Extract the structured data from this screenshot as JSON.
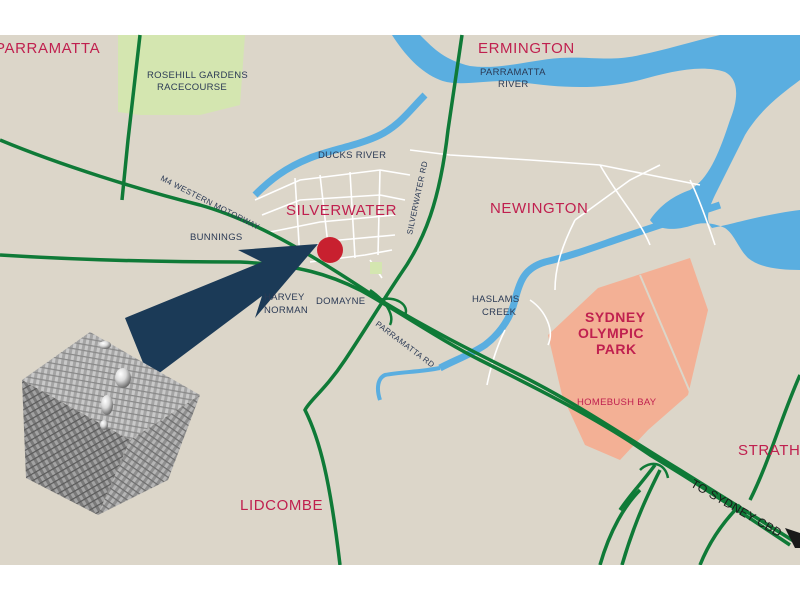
{
  "colors": {
    "land": "#dcd6c9",
    "water": "#5aaee0",
    "road_major": "#0f7a37",
    "road_local": "#ffffff",
    "park_green": "#d4e6b0",
    "olympic_park": "#f3b095",
    "suburb_text": "#c0204f",
    "label_text": "#2b3a55",
    "marker": "#c8202f",
    "pointer": "#1b3a57",
    "bottom_band": "#ffffff"
  },
  "labels": {
    "suburbs": {
      "parramatta": "PARRAMATTA",
      "ermington": "ERMINGTON",
      "silverwater": "SILVERWATER",
      "newington": "NEWINGTON",
      "lidcombe": "LIDCOMBE",
      "strathfield": "STRATHFIE"
    },
    "places": {
      "rosehill_line1": "ROSEHILL GARDENS",
      "rosehill_line2": "RACECOURSE",
      "parramatta_river_line1": "PARRAMATTA",
      "parramatta_river_line2": "RIVER",
      "ducks_river": "DUCKS RIVER",
      "bunnings": "BUNNINGS",
      "harvey_norman_line1": "HARVEY",
      "harvey_norman_line2": "NORMAN",
      "domayne": "DOMAYNE",
      "haslams_line1": "HASLAMS",
      "haslams_line2": "CREEK",
      "olympic_line1": "SYDNEY",
      "olympic_line2": "OLYMPIC",
      "olympic_line3": "PARK",
      "homebush_bay": "HOMEBUSH BAY"
    },
    "roads": {
      "m4": "M4 WESTERN MOTORWAY",
      "silverwater_rd": "SILVERWATER RD",
      "parramatta_rd": "PARRAMATTA RD"
    },
    "direction": "TO SYDNEY CBD"
  },
  "icons": {
    "location_marker": "location-marker-icon",
    "pointer_arrow": "pointer-arrow-icon",
    "direction_arrow": "direction-arrow-icon",
    "product_cube": "fabric-cube-illustration"
  }
}
